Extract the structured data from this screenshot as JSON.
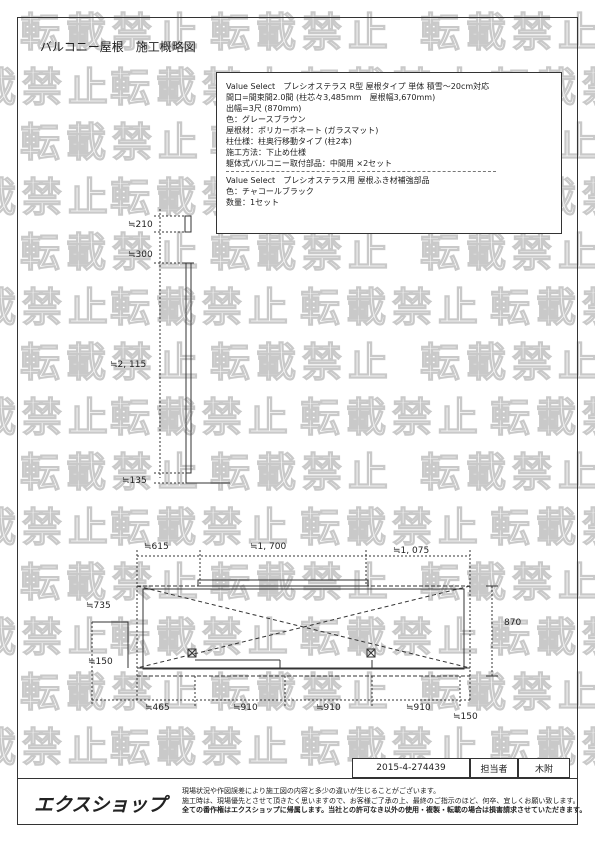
{
  "title": "バルコニー屋根　施工概略図",
  "watermark": "転載禁止",
  "spec": {
    "lines": [
      "Value Select　プレシオステラス R型 屋根タイプ 単体 積雪～20cm対応",
      "間口=間束間2.0間 (柱芯々3,485mm　屋根幅3,670mm)",
      "出幅=3尺 (870mm)",
      "色：グレースブラウン",
      "屋根材：ポリカーボネート (ガラスマット)",
      "柱仕様：柱奥行移動タイプ (柱2本)",
      "施工方法：下止め仕様",
      "躯体式バルコニー取付部品：中間用 ×2セット"
    ],
    "lines2": [
      "Value Select　プレシオステラス用 屋根ふき材補強部品",
      "色：チャコールブラック",
      "数量：1セット"
    ]
  },
  "dims": {
    "d210": "≒210",
    "d300": "≒300",
    "d2115": "≒2, 115",
    "d135": "≒135",
    "d615": "≒615",
    "d1700": "≒1, 700",
    "d1075": "≒1, 075",
    "d735": "≒735",
    "d150a": "≒150",
    "d870": "870",
    "d465": "≒465",
    "d910a": "≒910",
    "d910b": "≒910",
    "d910c": "≒910",
    "d150b": "≒150"
  },
  "titleblock": {
    "number": "2015-4-274439",
    "role": "担当者",
    "person": "木附"
  },
  "logo": "エクスショップ",
  "notes": [
    "現場状況や作図誤差により施工図の内容と多少の違いが生じることがございます。",
    "施工時は、現場優先とさせて頂きたく思いますので、お客様ご了承の上、最終のご指示のほど、何卒、宜しくお願い致します。",
    "全ての番作権はエクスショップに帰属します。当社との許可なき以外の使用・複製・転載の場合は損害請求させていただきます。"
  ],
  "colors": {
    "line": "#333333",
    "watermark": "#c9c9c9"
  }
}
